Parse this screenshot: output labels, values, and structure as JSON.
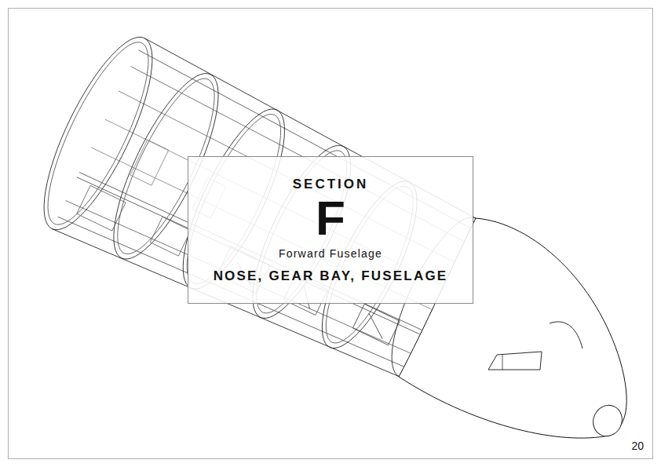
{
  "diagram": {
    "nodes": [
      {
        "text": [
          "SECTION",
          "F",
          "Forward Fuselage",
          "NOSE, GEAR BAY, FUSELAGE"
        ]
      }
    ],
    "labels": [
      "20"
    ]
  }
}
